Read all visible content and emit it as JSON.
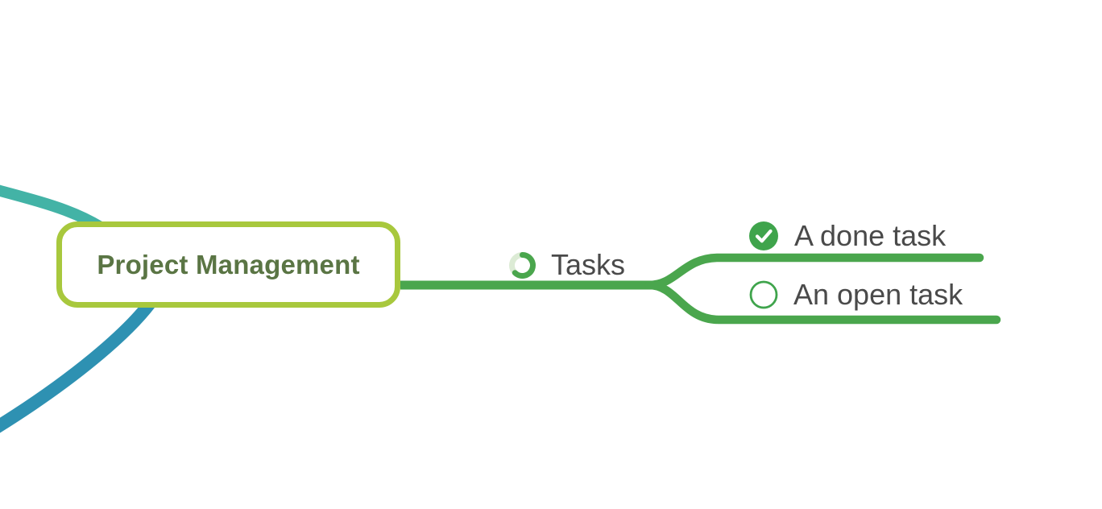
{
  "canvas": {
    "background_color": "#ffffff"
  },
  "root_node": {
    "label": "Project Management",
    "border_color": "#a8c83d",
    "text_color": "#5a7544",
    "fill_color": "#ffffff"
  },
  "nodes": [
    {
      "id": "tasks",
      "label": "Tasks",
      "icon": "progress-ring-icon",
      "progress_percent": 50,
      "text_color": "#4a4a4a",
      "branch_color": "#4aa64d"
    },
    {
      "id": "done-task",
      "label": "A done task",
      "icon": "checkmark-circle-icon",
      "checked": true,
      "text_color": "#4a4a4a",
      "branch_color": "#4aa64d"
    },
    {
      "id": "open-task",
      "label": "An open task",
      "icon": "open-circle-icon",
      "checked": false,
      "text_color": "#4a4a4a",
      "branch_color": "#4aa64d"
    }
  ],
  "offscreen_branches": [
    {
      "id": "left-upper",
      "color": "#43b3a6",
      "direction": "exits-left-top"
    },
    {
      "id": "left-lower",
      "color": "#2e91b2",
      "direction": "exits-left-bottom"
    }
  ],
  "icon_colors": {
    "progress_ring_done": "#4aa64d",
    "progress_ring_remaining": "#dcebd5",
    "checkmark_circle_fill": "#3fa44c",
    "checkmark_stroke": "#ffffff",
    "open_circle_stroke": "#3fa44c"
  }
}
